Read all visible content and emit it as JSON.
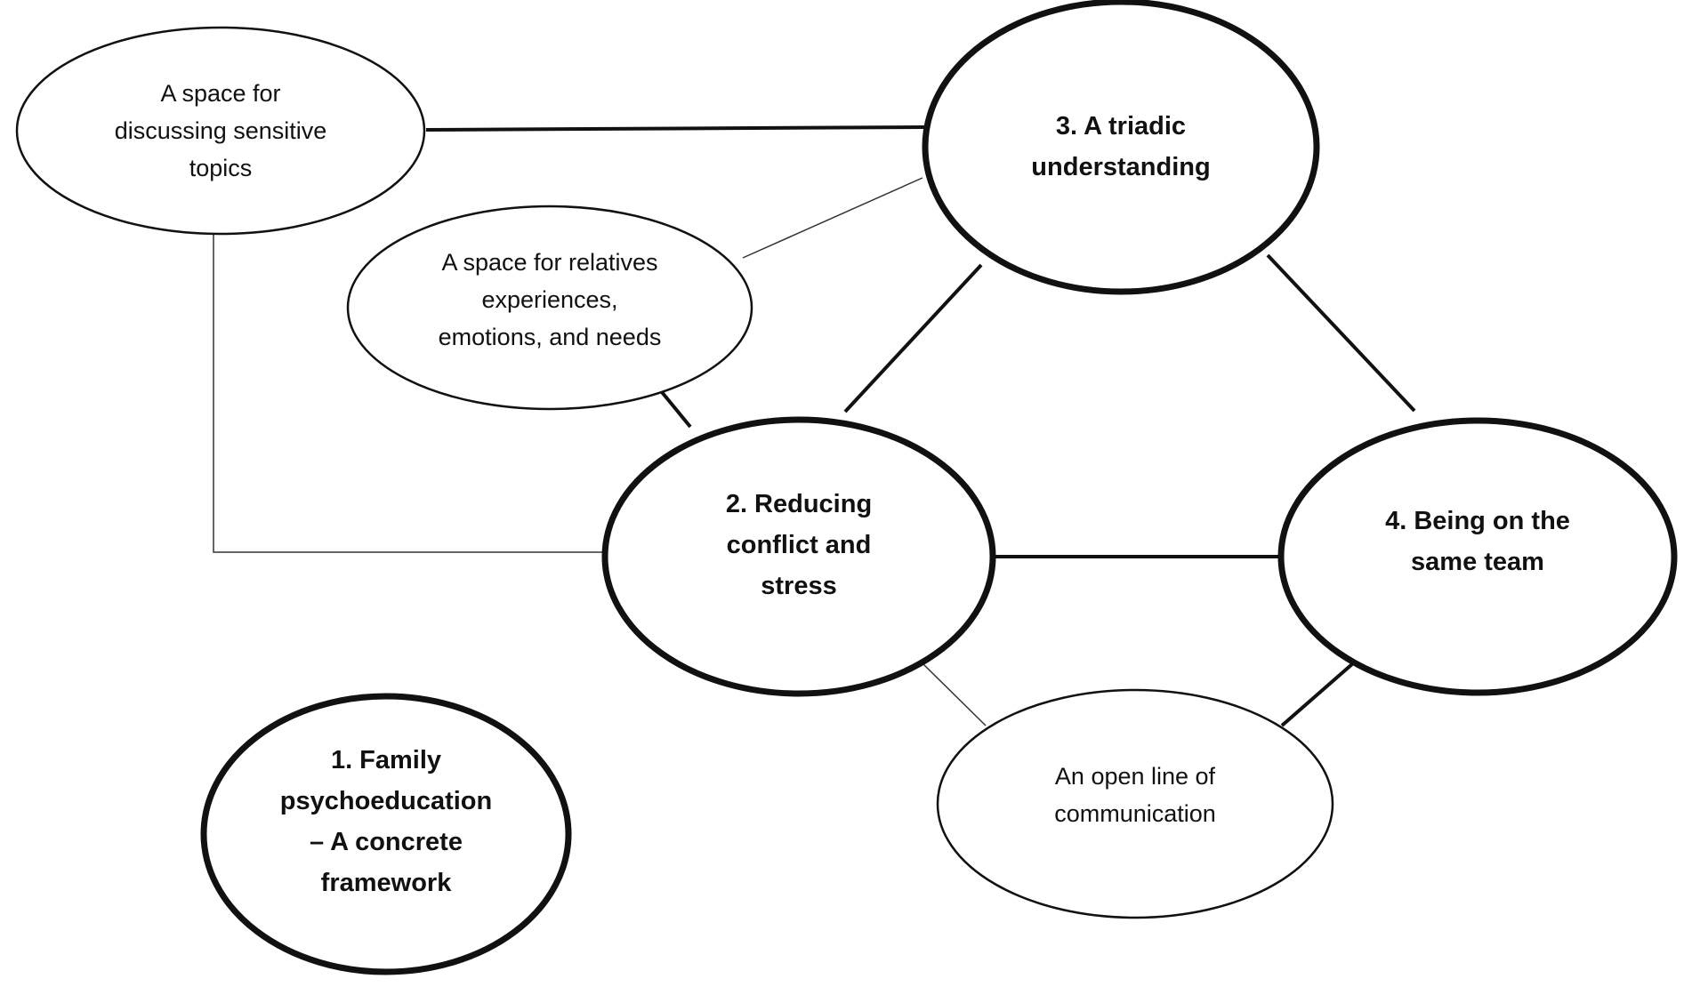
{
  "diagram": {
    "colors": {
      "stroke": "#111111",
      "background": "#ffffff",
      "thin_stroke": "#333333"
    },
    "nodes": {
      "sensitive_topics": {
        "text": "A space for\ndiscussing sensitive\ntopics"
      },
      "relatives_space": {
        "text": "A space for relatives\nexperiences,\nemotions, and needs"
      },
      "triadic": {
        "text": "3. A triadic\nunderstanding"
      },
      "reducing_conflict": {
        "text": "2. Reducing\nconflict and\nstress"
      },
      "same_team": {
        "text": "4. Being on the\nsame team"
      },
      "family_psychoeducation": {
        "text": "1. Family\npsychoeducation\n– A concrete\nframework"
      },
      "open_communication": {
        "text": "An open line of\ncommunication"
      }
    }
  }
}
